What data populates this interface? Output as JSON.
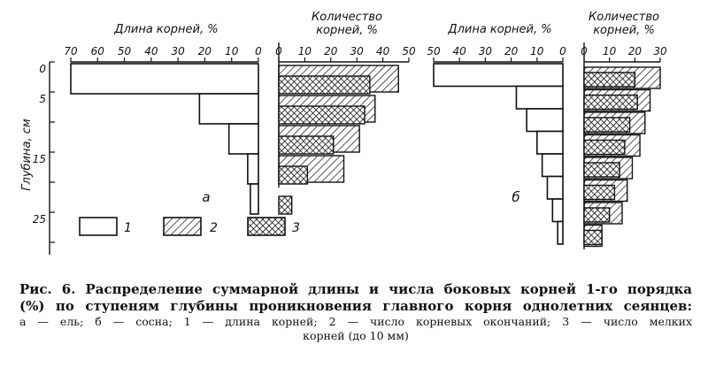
{
  "chart_data": [
    {
      "type": "bar",
      "panel": "a",
      "panel_label": "а",
      "length": {
        "title": "Длина корней, %",
        "ticks": [
          "70",
          "60",
          "50",
          "40",
          "30",
          "20",
          "10",
          "0"
        ],
        "range": [
          0,
          70
        ],
        "values": [
          70,
          22,
          11,
          4,
          3
        ]
      },
      "count": {
        "title_line1": "Количество",
        "title_line2": "корней, %",
        "ticks": [
          "0",
          "10",
          "20",
          "30",
          "40",
          "50"
        ],
        "range": [
          0,
          50
        ],
        "endings": [
          46,
          37,
          31,
          25
        ],
        "fine": [
          35,
          33,
          21,
          11,
          5
        ]
      },
      "depth": {
        "title": "Глубина, см",
        "ticks": [
          "0",
          "5",
          "15",
          "25"
        ],
        "range": [
          0,
          30
        ],
        "step_cm": 5
      }
    },
    {
      "type": "bar",
      "panel": "b",
      "panel_label": "б",
      "length": {
        "title": "Длина корней, %",
        "ticks": [
          "50",
          "40",
          "30",
          "20",
          "10",
          "0"
        ],
        "range": [
          0,
          50
        ],
        "values": [
          50,
          18,
          14,
          10,
          8,
          6,
          4,
          2
        ]
      },
      "count": {
        "title_line1": "Количество",
        "title_line2": "корней, %",
        "ticks": [
          "0",
          "10",
          "20",
          "30"
        ],
        "range": [
          0,
          30
        ],
        "endings": [
          30,
          26,
          24,
          22,
          19,
          17,
          15,
          7
        ],
        "fine": [
          20,
          21,
          18,
          16,
          14,
          12,
          10,
          7
        ]
      },
      "depth": {
        "step_cm": 5
      }
    }
  ],
  "legend": [
    {
      "key": "1",
      "pattern": "empty"
    },
    {
      "key": "2",
      "pattern": "hatch"
    },
    {
      "key": "3",
      "pattern": "crosshatch"
    }
  ],
  "caption": {
    "line1": "Рис. 6. Распределение суммарной длины и числа боковых корней 1-го порядка",
    "line2": "(%) по ступеням глубины проникновения главного корня однолетних сеянцев:",
    "line3": "а — ель; б — сосна; 1 — длина корней; 2 — число корневых окончаний; 3 — число мелких",
    "line4": "корней (до 10 мм)"
  }
}
